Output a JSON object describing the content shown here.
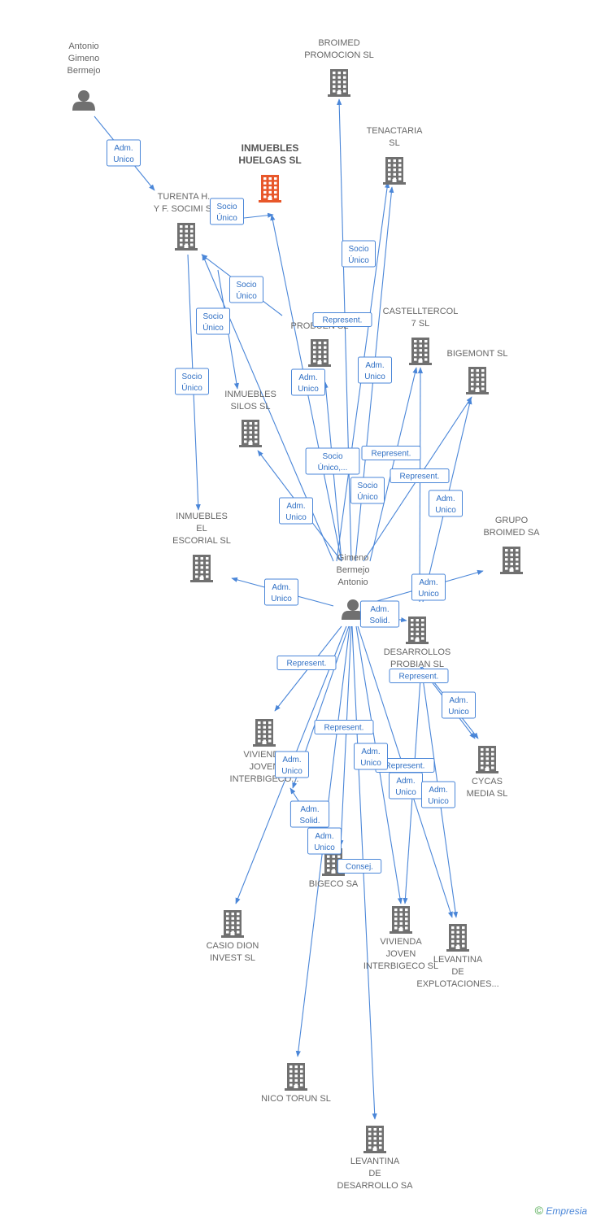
{
  "colors": {
    "edge": "#4a86d8",
    "company": "#707070",
    "person": "#707070",
    "focus": "#e8572a"
  },
  "nodes": [
    {
      "id": "antonio",
      "type": "person",
      "label": [
        "Antonio",
        "Gimeno",
        "Bermejo"
      ]
    },
    {
      "id": "broimed_promocion",
      "type": "company",
      "label": [
        "BROIMED",
        "PROMOCION SL"
      ]
    },
    {
      "id": "inmuebles_huelgas",
      "type": "company",
      "focus": true,
      "label": [
        "INMUEBLES",
        "HUELGAS SL"
      ]
    },
    {
      "id": "tenactaria",
      "type": "company",
      "label": [
        "TENACTARIA",
        "SL"
      ]
    },
    {
      "id": "turenta",
      "type": "company",
      "label": [
        "TURENTA H...",
        "Y F. SOCIMI S..."
      ]
    },
    {
      "id": "probuen",
      "type": "company",
      "label": [
        "PROBUEN SL"
      ]
    },
    {
      "id": "castelltercol",
      "type": "company",
      "label": [
        "CASTELLTERCOL",
        "7 SL"
      ]
    },
    {
      "id": "bigemont",
      "type": "company",
      "label": [
        "BIGEMONT SL"
      ]
    },
    {
      "id": "inmuebles_silos",
      "type": "company",
      "label": [
        "INMUEBLES",
        "SILOS SL"
      ]
    },
    {
      "id": "inmuebles_escorial",
      "type": "company",
      "label": [
        "INMUEBLES",
        "EL",
        "ESCORIAL SL"
      ]
    },
    {
      "id": "grupo_broimed",
      "type": "company",
      "label": [
        "GRUPO",
        "BROIMED SA"
      ]
    },
    {
      "id": "gimeno",
      "type": "person",
      "label": [
        "Gimeno",
        "Bermejo",
        "Antonio"
      ]
    },
    {
      "id": "desarrollos_probian",
      "type": "company",
      "label": [
        "DESARROLLOS",
        "PROBIAN SL"
      ]
    },
    {
      "id": "vivienda_joven_1",
      "type": "company",
      "label": [
        "VIVIENDA",
        "JOVEN",
        "INTERBIGECO..."
      ]
    },
    {
      "id": "cycas",
      "type": "company",
      "label": [
        "CYCAS",
        "MEDIA SL"
      ]
    },
    {
      "id": "bigeco",
      "type": "company",
      "label": [
        "BIGECO SA"
      ]
    },
    {
      "id": "casio_dion",
      "type": "company",
      "label": [
        "CASIO DION",
        "INVEST SL"
      ]
    },
    {
      "id": "vivienda_joven_2",
      "type": "company",
      "label": [
        "VIVIENDA",
        "JOVEN",
        "INTERBIGECO SL"
      ]
    },
    {
      "id": "levantina_explotaciones",
      "type": "company",
      "label": [
        "LEVANTINA",
        "DE",
        "EXPLOTACIONES..."
      ]
    },
    {
      "id": "nico_torun",
      "type": "company",
      "label": [
        "NICO TORUN SL"
      ]
    },
    {
      "id": "levantina_desarrollo",
      "type": "company",
      "label": [
        "LEVANTINA",
        "DE",
        "DESARROLLO SA"
      ]
    }
  ],
  "edges": [
    {
      "from": "antonio",
      "to": "turenta",
      "label": [
        "Adm.",
        "Unico"
      ]
    },
    {
      "from": "turenta",
      "to": "inmuebles_huelgas",
      "label": [
        "Socio",
        "Único"
      ]
    },
    {
      "from": "probuen",
      "to": "turenta",
      "label": [
        "Socio",
        "Único"
      ]
    },
    {
      "from": "turenta",
      "to": "inmuebles_silos",
      "label": [
        "Socio",
        "Único"
      ]
    },
    {
      "from": "turenta",
      "to": "inmuebles_escorial",
      "label": [
        "Socio",
        "Único"
      ]
    },
    {
      "from": "gimeno",
      "to": "broimed_promocion",
      "label": []
    },
    {
      "from": "gimeno",
      "to": "tenactaria",
      "label": [
        "Socio",
        "Único"
      ]
    },
    {
      "from": "gimeno",
      "to": "inmuebles_huelgas",
      "label": [
        "Represent."
      ]
    },
    {
      "from": "gimeno",
      "to": "probuen",
      "label": [
        "Adm.",
        "Unico"
      ]
    },
    {
      "from": "gimeno",
      "to": "castelltercol",
      "label": [
        "Adm.",
        "Unico"
      ]
    },
    {
      "from": "gimeno",
      "to": "bigemont",
      "label": [
        "Represent."
      ]
    },
    {
      "from": "gimeno",
      "to": "inmuebles_silos",
      "label": [
        "Adm.",
        "Unico"
      ]
    },
    {
      "from": "gimeno",
      "to": "turenta",
      "label": [
        "Socio",
        "Único,..."
      ]
    },
    {
      "from": "gimeno",
      "to": "tenactaria",
      "label": [
        "Socio",
        "Único"
      ]
    },
    {
      "from": "gimeno",
      "to": "castelltercol",
      "label": [
        "Represent."
      ]
    },
    {
      "from": "gimeno",
      "to": "bigemont",
      "label": [
        "Adm.",
        "Unico"
      ]
    },
    {
      "from": "gimeno",
      "to": "inmuebles_escorial",
      "label": [
        "Adm.",
        "Unico"
      ]
    },
    {
      "from": "gimeno",
      "to": "grupo_broimed",
      "label": [
        "Adm.",
        "Unico"
      ]
    },
    {
      "from": "gimeno",
      "to": "desarrollos_probian",
      "label": [
        "Adm.",
        "Solid."
      ]
    },
    {
      "from": "gimeno",
      "to": "vivienda_joven_1",
      "label": [
        "Represent."
      ]
    },
    {
      "from": "desarrollos_probian",
      "to": "cycas",
      "label": [
        "Represent."
      ]
    },
    {
      "from": "desarrollos_probian",
      "to": "cycas",
      "label": [
        "Adm.",
        "Unico"
      ]
    },
    {
      "from": "gimeno",
      "to": "bigeco",
      "label": [
        "Represent."
      ]
    },
    {
      "from": "gimeno",
      "to": "vivienda_joven_1",
      "label": [
        "Adm.",
        "Unico"
      ]
    },
    {
      "from": "gimeno",
      "to": "vivienda_joven_2",
      "label": [
        "Adm.",
        "Unico"
      ]
    },
    {
      "from": "gimeno",
      "to": "levantina_explotaciones",
      "label": [
        "Represent."
      ]
    },
    {
      "from": "desarrollos_probian",
      "to": "vivienda_joven_2",
      "label": [
        "Adm.",
        "Unico"
      ]
    },
    {
      "from": "desarrollos_probian",
      "to": "levantina_explotaciones",
      "label": [
        "Adm.",
        "Unico"
      ]
    },
    {
      "from": "bigeco",
      "to": "vivienda_joven_1",
      "label": [
        "Adm.",
        "Solid."
      ]
    },
    {
      "from": "gimeno",
      "to": "casio_dion",
      "label": [
        "Adm.",
        "Unico"
      ]
    },
    {
      "from": "gimeno",
      "to": "levantina_desarrollo",
      "label": [
        "Consej."
      ]
    },
    {
      "from": "gimeno",
      "to": "nico_torun",
      "label": []
    }
  ],
  "footer": {
    "copyright": "©",
    "brand": "Empresia"
  }
}
